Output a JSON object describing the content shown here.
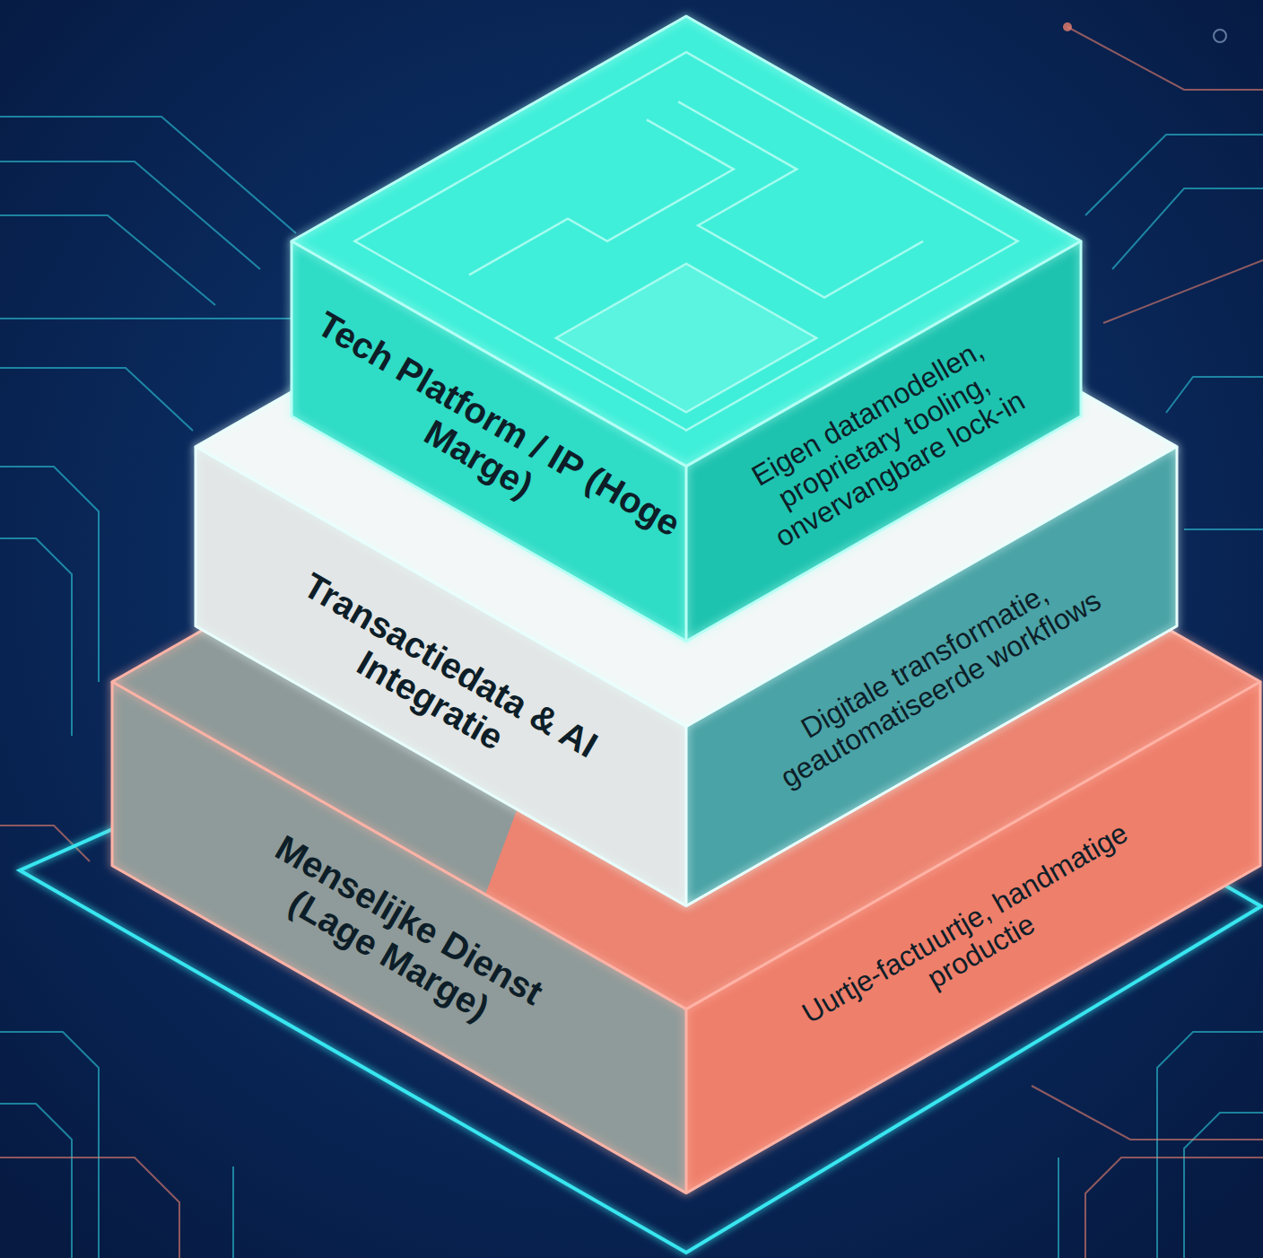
{
  "diagram": {
    "nodes": [
      {
        "text": [
          "Tech Platform / IP (Hoge Marge)",
          "Eigen datamodellen, proprietary tooling, onvervangbare lock-in"
        ]
      },
      {
        "text": [
          "Transactiedata & AI Integratie",
          "Digitale transformatie, geautomatiseerde workflows"
        ]
      },
      {
        "text": [
          "Menselijke Dienst (Lage Marge)",
          "Uurtje-factuurtje, handmatige productie"
        ]
      }
    ]
  }
}
